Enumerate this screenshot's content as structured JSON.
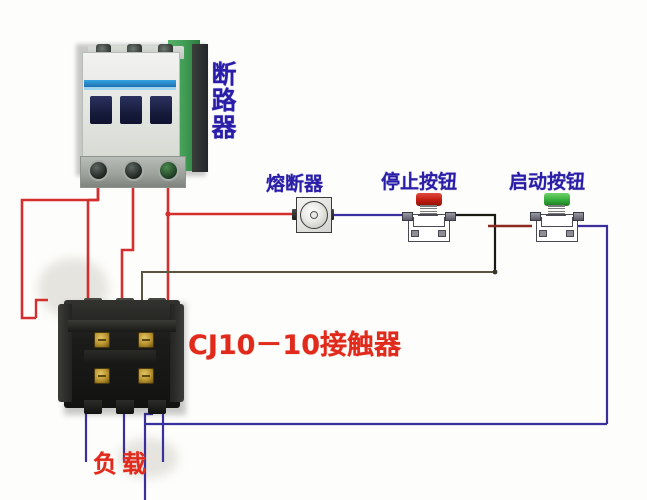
{
  "diagram": {
    "title": "CJ10-10 contactor motor start-stop control wiring diagram",
    "background_color": "#fdfdfb"
  },
  "labels": {
    "breaker": {
      "text": "断路器",
      "chars": [
        "断",
        "路",
        "器"
      ],
      "color": "#2a1ea8"
    },
    "fuse": {
      "text": "熔断器",
      "color": "#2a1ea8"
    },
    "stop_button": {
      "text": "停止按钮",
      "color": "#2a1ea8"
    },
    "start_button": {
      "text": "启动按钮",
      "color": "#2a1ea8"
    },
    "contactor": {
      "text": "CJ10－10接触器",
      "color": "#e02a1c"
    },
    "load": {
      "text": "负载",
      "color": "#e02a1c"
    }
  },
  "components": [
    {
      "id": "circuit-breaker",
      "name": "3-pole miniature circuit breaker",
      "label": "断路器",
      "poles": 3,
      "body_color": "#e6e8e4",
      "side_color": "#3f9a53",
      "stripe_color": "#1d6fb0",
      "toggle_color": "#171c3c"
    },
    {
      "id": "fuse",
      "name": "fuse",
      "label": "熔断器",
      "body_color": "#e8e8e4",
      "outline_color": "#3b3b3b"
    },
    {
      "id": "stop-button",
      "name": "stop push button (normally closed)",
      "label": "停止按钮",
      "cap_color": "#c11d12"
    },
    {
      "id": "start-button",
      "name": "start push button (normally open)",
      "label": "启动按钮",
      "cap_color": "#35ad3a"
    },
    {
      "id": "contactor",
      "name": "CJ10-10 AC contactor",
      "label": "CJ10－10接触器",
      "body_color": "#1b1b19",
      "terminal_color": "#b8922c"
    },
    {
      "id": "load",
      "name": "load (motor) terminals",
      "label": "负载"
    }
  ],
  "wire_colors": {
    "line_red": "#d42f2f",
    "control_blue": "#3b2f9e",
    "control_black": "#1a1a14",
    "control_olive": "#5a5640",
    "load_blue": "#3b2f9e",
    "red_dark": "#8c2a22"
  },
  "wires": [
    {
      "name": "breaker-L1-to-contactor-L1",
      "color": "#d42f2f"
    },
    {
      "name": "breaker-L2-to-contactor-L2",
      "color": "#d42f2f"
    },
    {
      "name": "breaker-L3-to-contactor-L3",
      "color": "#d42f2f"
    },
    {
      "name": "breaker-L3-to-fuse",
      "color": "#d42f2f"
    },
    {
      "name": "fuse-to-stop-button",
      "color": "#3b2f9e"
    },
    {
      "name": "stop-button-to-start-button-branch",
      "color": "#1a1a14"
    },
    {
      "name": "contactor-coil-holding-branch",
      "color": "#5a5640"
    },
    {
      "name": "start-button-to-coil-return",
      "color": "#3b2f9e"
    },
    {
      "name": "contactor-aux-to-load-bus",
      "color": "#3b2f9e"
    },
    {
      "name": "contactor-out-to-load-1",
      "color": "#3b2f9e"
    },
    {
      "name": "contactor-out-to-load-2",
      "color": "#3b2f9e"
    },
    {
      "name": "contactor-out-to-load-3",
      "color": "#3b2f9e"
    }
  ]
}
